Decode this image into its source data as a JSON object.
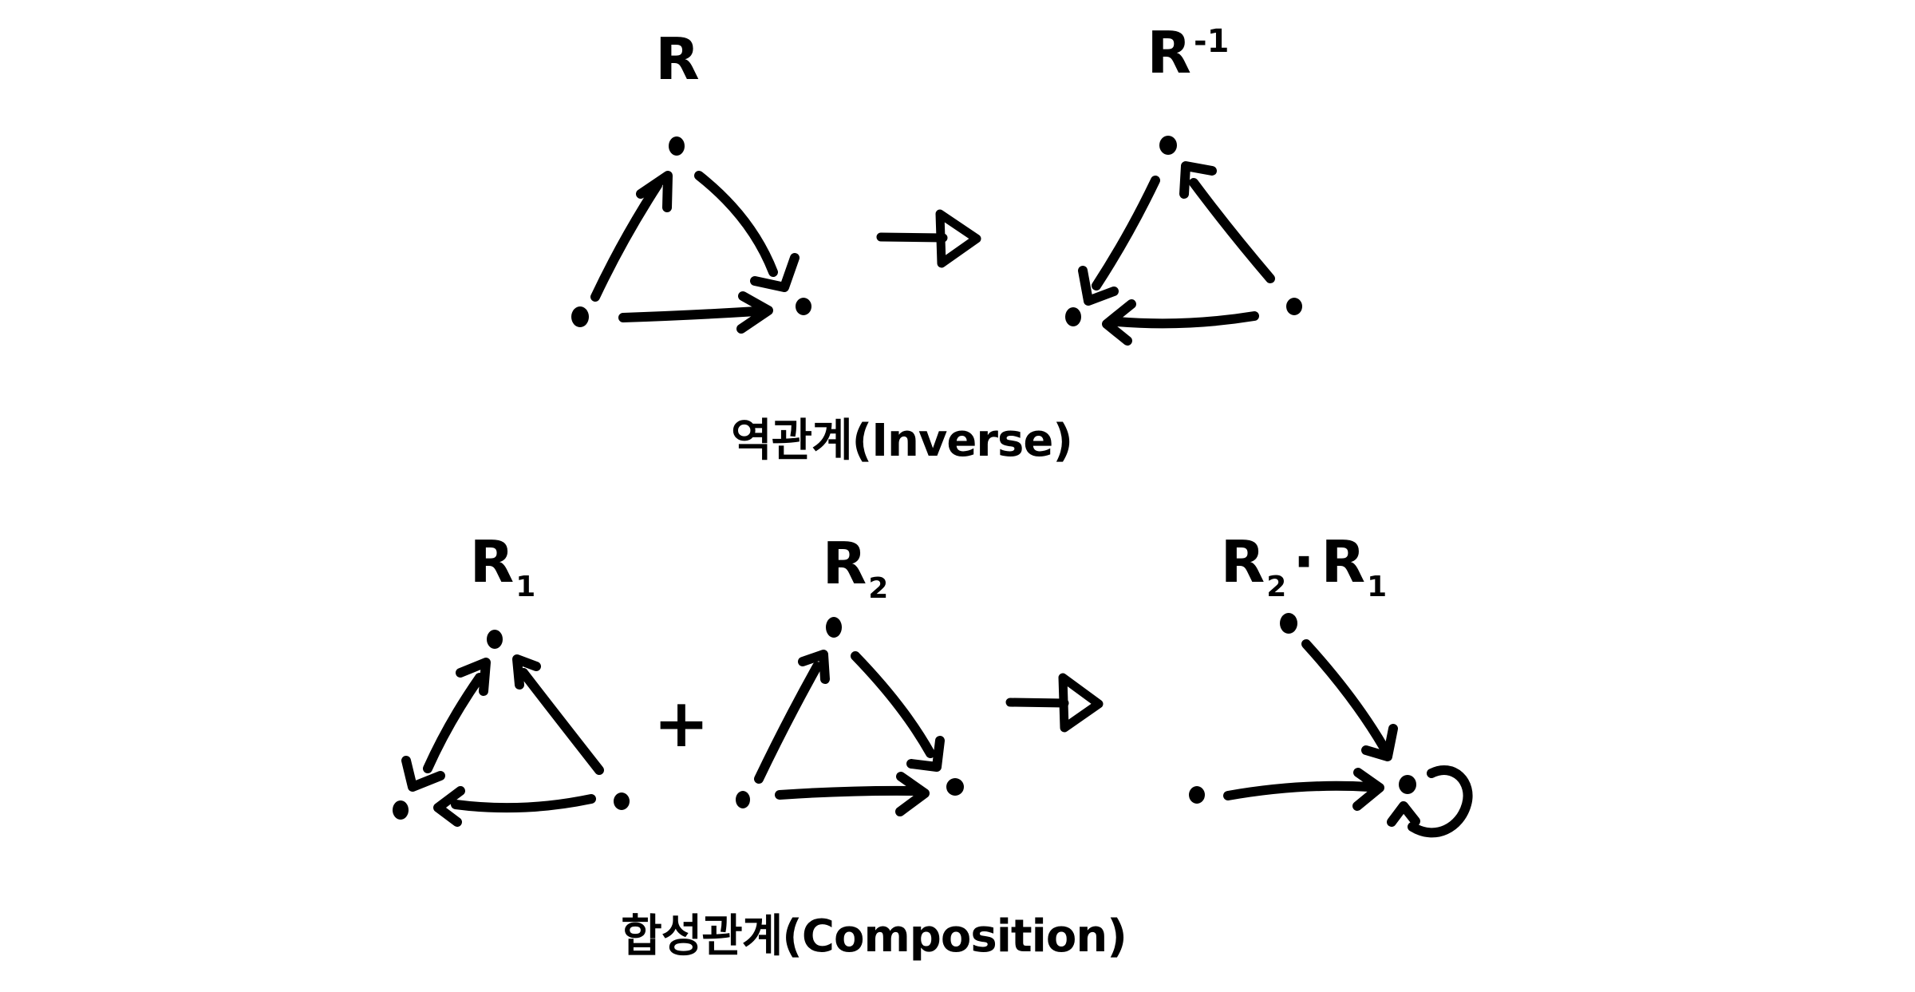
{
  "colors": {
    "background": "#ffffff",
    "ink": "#000000"
  },
  "inverse_section": {
    "left_diagram_label": "R",
    "right_diagram_label": {
      "base": "R",
      "superscript": "-1"
    },
    "caption": "역관계(Inverse)"
  },
  "composition_section": {
    "first_diagram_label": {
      "base": "R",
      "subscript": "1"
    },
    "second_diagram_label": {
      "base": "R",
      "subscript": "2"
    },
    "operator": "+",
    "result_diagram_label": {
      "left_base": "R",
      "left_subscript": "2",
      "dot": "·",
      "right_base": "R",
      "right_subscript": "1"
    },
    "caption": "합성관계(Composition)"
  }
}
